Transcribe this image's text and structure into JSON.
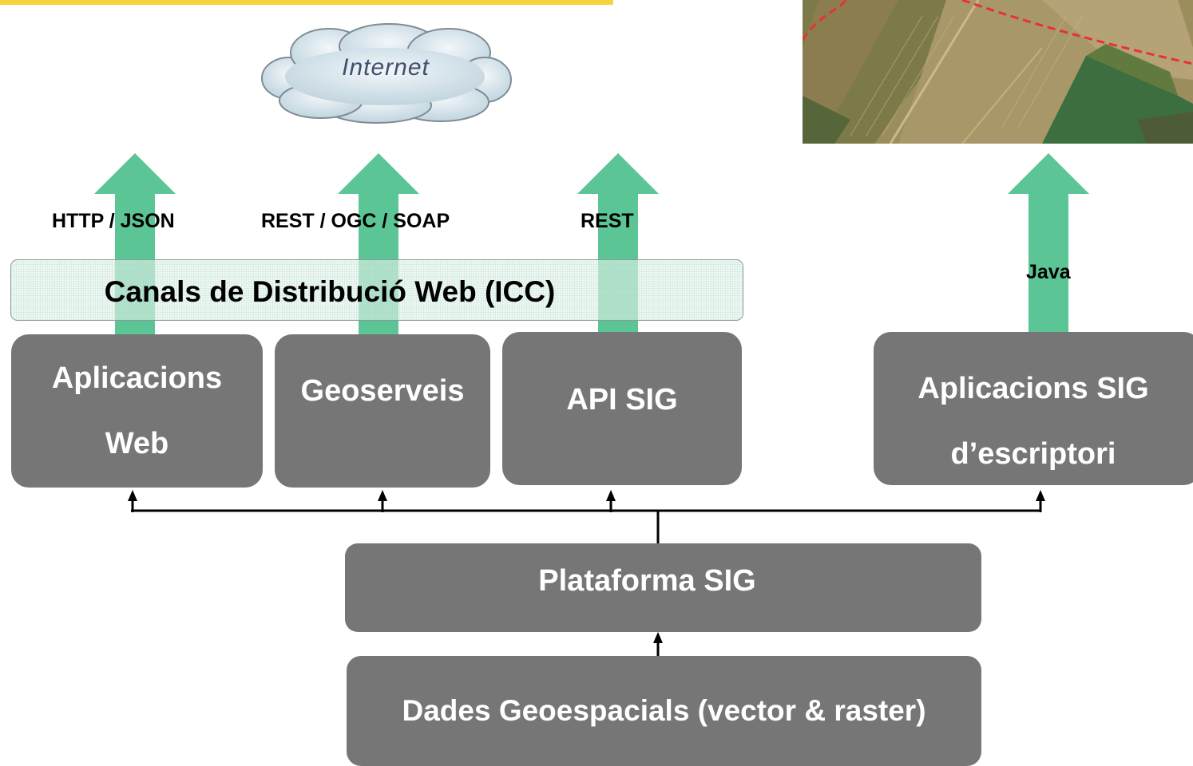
{
  "cloud": {
    "label": "Internet"
  },
  "protocols": {
    "web": "HTTP /  JSON",
    "geoserveis": "REST / OGC / SOAP",
    "api": "REST",
    "desktop": "Java"
  },
  "channel": {
    "label": "Canals de Distribució Web (ICC)"
  },
  "boxes": {
    "web_apps": {
      "line1": "Aplicacions",
      "line2": "Web"
    },
    "geoserveis": {
      "label": "Geoserveis"
    },
    "api": {
      "label": "API SIG"
    },
    "desktop": {
      "line1": "Aplicacions SIG",
      "line2": "d’escriptori"
    },
    "platform": {
      "label": "Plataforma SIG"
    },
    "data": {
      "label": "Dades Geoespacials (vector & raster)"
    }
  },
  "colors": {
    "arrow": "#5cc596",
    "box": "#767676",
    "accent_bar": "#f6d33c",
    "cloud_text": "#3f4f6e"
  }
}
